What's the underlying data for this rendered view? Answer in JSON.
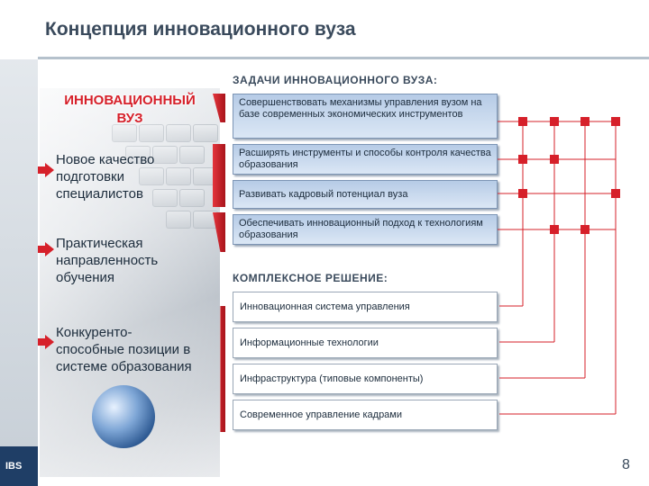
{
  "title": "Концепция инновационного вуза",
  "left_panel": {
    "heading_line1": "ИННОВАЦИОННЫЙ",
    "heading_line2": "ВУЗ",
    "bullets": [
      "Новое качество подготовки специалистов",
      "Практическая направленность обучения",
      "Конкуренто-способные позиции в системе образования"
    ]
  },
  "tasks": {
    "label": "ЗАДАЧИ ИННОВАЦИОННОГО ВУЗА:",
    "items": [
      "Совершенствовать механизмы управления вузом на базе современных экономических инструментов",
      "Расширять инструменты и способы контроля качества образования",
      "Развивать кадровый потенциал вуза",
      "Обеспечивать инновационный подход к технологиям образования"
    ]
  },
  "solution": {
    "label": "КОМПЛЕКСНОЕ РЕШЕНИЕ:",
    "items": [
      "Инновационная система управления",
      "Информационные технологии",
      "Инфраструктура (типовые компоненты)",
      "Современное управление кадрами"
    ]
  },
  "matrix": {
    "description_rows": "tasks",
    "description_cols": "solution",
    "cells": [
      [
        true,
        true,
        true,
        true
      ],
      [
        true,
        true,
        false,
        false
      ],
      [
        true,
        false,
        false,
        true
      ],
      [
        false,
        true,
        true,
        false
      ]
    ]
  },
  "footer": {
    "logo": "IBS",
    "page_number": "8"
  },
  "colors": {
    "accent": "#d6202a",
    "navy": "#1f3e66",
    "box": "#b6cbe6"
  }
}
